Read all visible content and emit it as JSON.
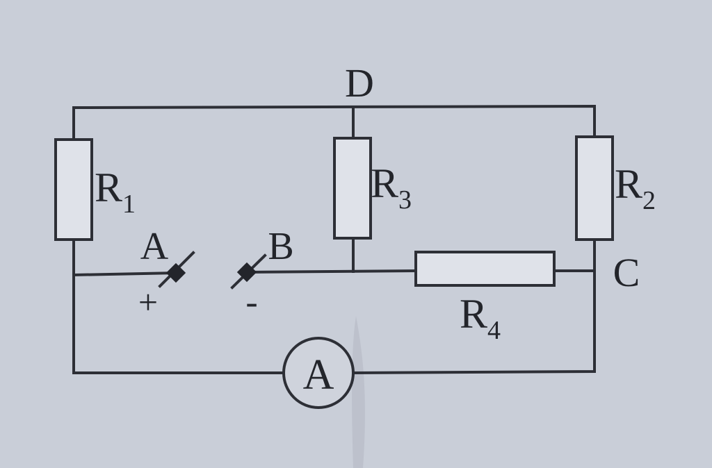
{
  "diagram": {
    "nodes": {
      "d": "D",
      "a": "A",
      "b": "B",
      "c": "C"
    },
    "polarity": {
      "plus": "+",
      "minus": "-"
    },
    "resistors": [
      {
        "base": "R",
        "sub": "1"
      },
      {
        "base": "R",
        "sub": "3"
      },
      {
        "base": "R",
        "sub": "2"
      },
      {
        "base": "R",
        "sub": "4"
      }
    ],
    "ammeter": {
      "label": "A"
    },
    "colors": {
      "background": "#c9ced8",
      "ink": "#2d2f36",
      "component_fill": "#dfe2e9"
    }
  }
}
